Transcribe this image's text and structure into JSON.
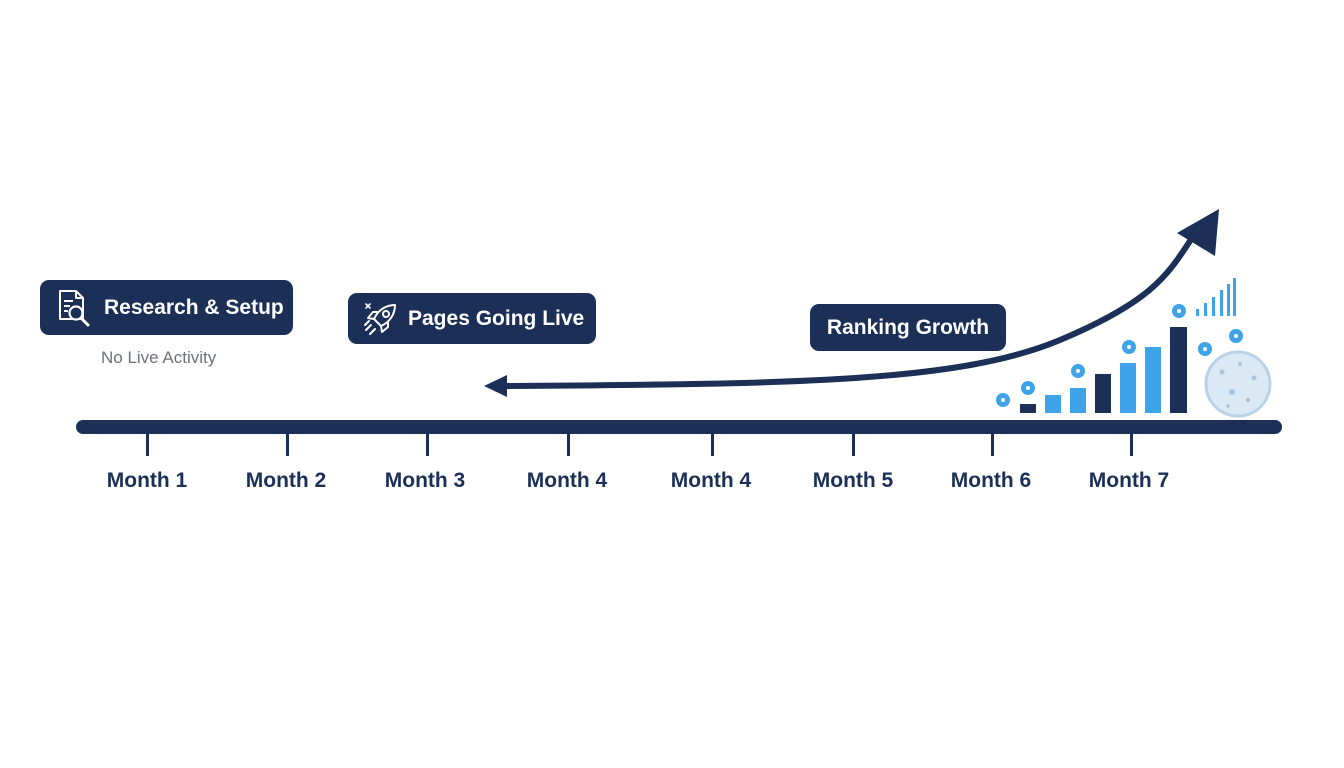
{
  "phases": {
    "research": {
      "label": "Research & Setup",
      "icon": "document-search-icon",
      "note": "No Live Activity"
    },
    "pages": {
      "label": "Pages Going Live",
      "icon": "rocket-icon"
    },
    "ranking": {
      "label": "Ranking Growth"
    }
  },
  "timeline": {
    "months": [
      "Month 1",
      "Month 2",
      "Month 3",
      "Month 4",
      "Month 4",
      "Month 5",
      "Month 6",
      "Month 7"
    ]
  },
  "colors": {
    "navy": "#1b2f57",
    "blue": "#3ea3e8",
    "light_blue": "#58b4ee",
    "white": "#ffffff",
    "gray_text": "#6e7279"
  }
}
